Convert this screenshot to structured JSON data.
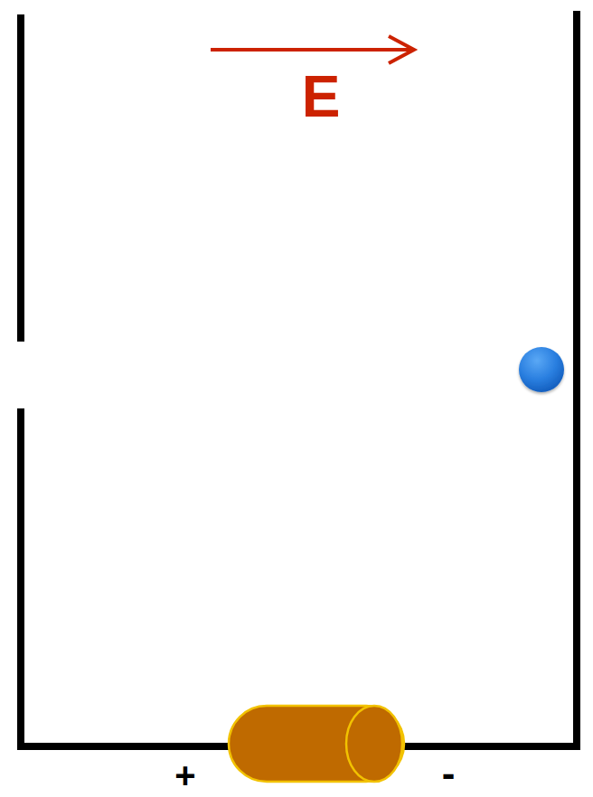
{
  "diagram": {
    "labels": [
      "E",
      "+",
      "-"
    ]
  }
}
